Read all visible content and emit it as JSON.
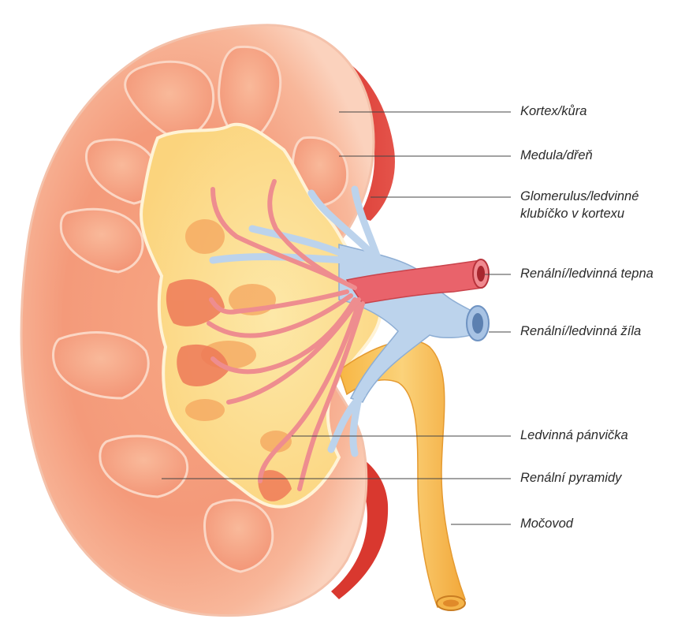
{
  "diagram": {
    "labels": [
      {
        "id": "kortex",
        "text": "Kortex/kůra"
      },
      {
        "id": "medula",
        "text": "Medula/dřeň"
      },
      {
        "id": "glomerulus",
        "text": "Glomerulus/ledvinné"
      },
      {
        "id": "glomerulus2",
        "text": "klubíčko v kortexu"
      },
      {
        "id": "tepna",
        "text": "Renální/ledvinná tepna"
      },
      {
        "id": "zila",
        "text": "Renální/ledvinná žíla"
      },
      {
        "id": "panvicka",
        "text": "Ledvinná pánvička"
      },
      {
        "id": "pyramidy",
        "text": "Renální pyramidy"
      },
      {
        "id": "mocovod",
        "text": "Močovod"
      }
    ]
  }
}
